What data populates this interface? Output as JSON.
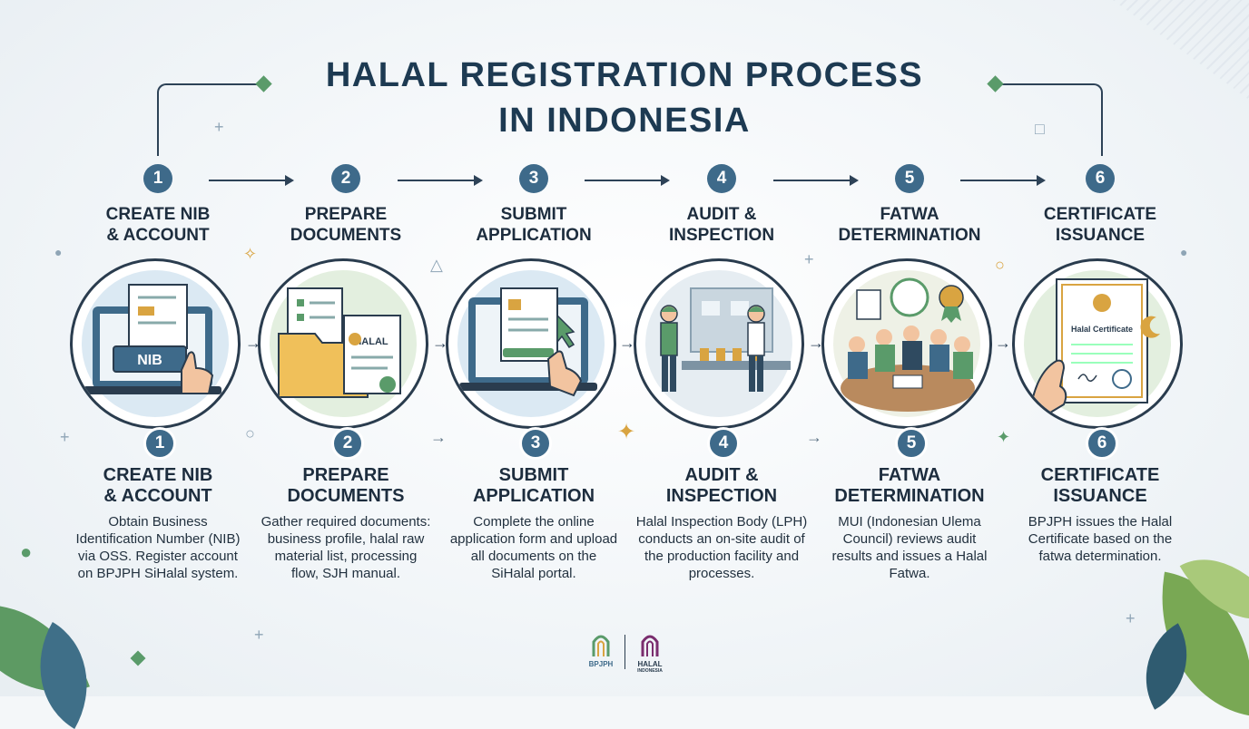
{
  "title": {
    "line1": "HALAL REGISTRATION PROCESS",
    "line2": "IN INDONESIA"
  },
  "steps": [
    {
      "num": "1",
      "title_a": "CREATE NIB",
      "title_b": "& ACCOUNT",
      "desc": "Obtain Business Identification Number (NIB) via OSS. Register account on BPJPH SiHalal system.",
      "label": "NIB"
    },
    {
      "num": "2",
      "title_a": "PREPARE",
      "title_b": "DOCUMENTS",
      "desc": "Gather required documents: business profile, halal raw material list, processing flow, SJH manual.",
      "label": "HALAL"
    },
    {
      "num": "3",
      "title_a": "SUBMIT",
      "title_b": "APPLICATION",
      "desc": "Complete the online application form and upload all documents on the SiHalal portal.",
      "label": ""
    },
    {
      "num": "4",
      "title_a": "AUDIT &",
      "title_b": "INSPECTION",
      "desc": "Halal Inspection Body (LPH) conducts an on-site audit of the production facility and processes.",
      "label": ""
    },
    {
      "num": "5",
      "title_a": "FATWA",
      "title_b": "DETERMINATION",
      "desc": "MUI (Indonesian Ulema Council) reviews audit results and issues a Halal Fatwa.",
      "label": ""
    },
    {
      "num": "6",
      "title_a": "CERTIFICATE",
      "title_b": "ISSUANCE",
      "desc": "BPJPH issues the Halal Certificate based on the fatwa determination.",
      "label": "Halal Certificate"
    }
  ],
  "logos": {
    "left": "BPJPH",
    "right": "HALAL",
    "right_sub": "INDONESIA"
  },
  "colors": {
    "accent": "#3e6a8a",
    "green": "#5a9b6a",
    "dark": "#1d3a52"
  }
}
